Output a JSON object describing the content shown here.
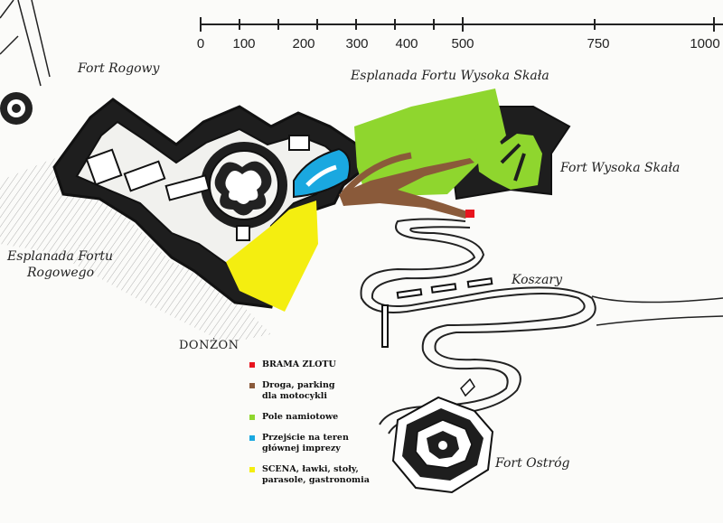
{
  "labels": {
    "fort_rogowy": "Fort Rogowy",
    "esplanada_wysoka_skala": "Esplanada Fortu Wysoka Skała",
    "fort_wysoka_skala": "Fort Wysoka Skała",
    "esplanada_rogowego_line1": "Esplanada Fortu",
    "esplanada_rogowego_line2": "Rogowego",
    "koszary": "Koszary",
    "donzon": "DONŻON",
    "fort_ostrog": "Fort Ostróg"
  },
  "scale_bar": {
    "ticks": [
      "0",
      "100",
      "200",
      "300",
      "400",
      "500",
      "750",
      "1000"
    ]
  },
  "legend": {
    "items": [
      {
        "color": "#e8141e",
        "lines": [
          "BRAMA ZLOTU"
        ]
      },
      {
        "color": "#8a5a3a",
        "lines": [
          "Droga, parking",
          "dla motocykli"
        ]
      },
      {
        "color": "#8fd62e",
        "lines": [
          "Pole namiotowe"
        ]
      },
      {
        "color": "#1aa8e0",
        "lines": [
          "Przejście na teren",
          "głównej imprezy"
        ]
      },
      {
        "color": "#f4ee10",
        "lines": [
          "SCENA, ławki, stoły,",
          "parasole, gastronomia"
        ]
      }
    ]
  },
  "colors": {
    "gate": "#e8141e",
    "road": "#8a5a3a",
    "tent_field": "#8fd62e",
    "passage": "#1aa8e0",
    "stage": "#f4ee10"
  }
}
